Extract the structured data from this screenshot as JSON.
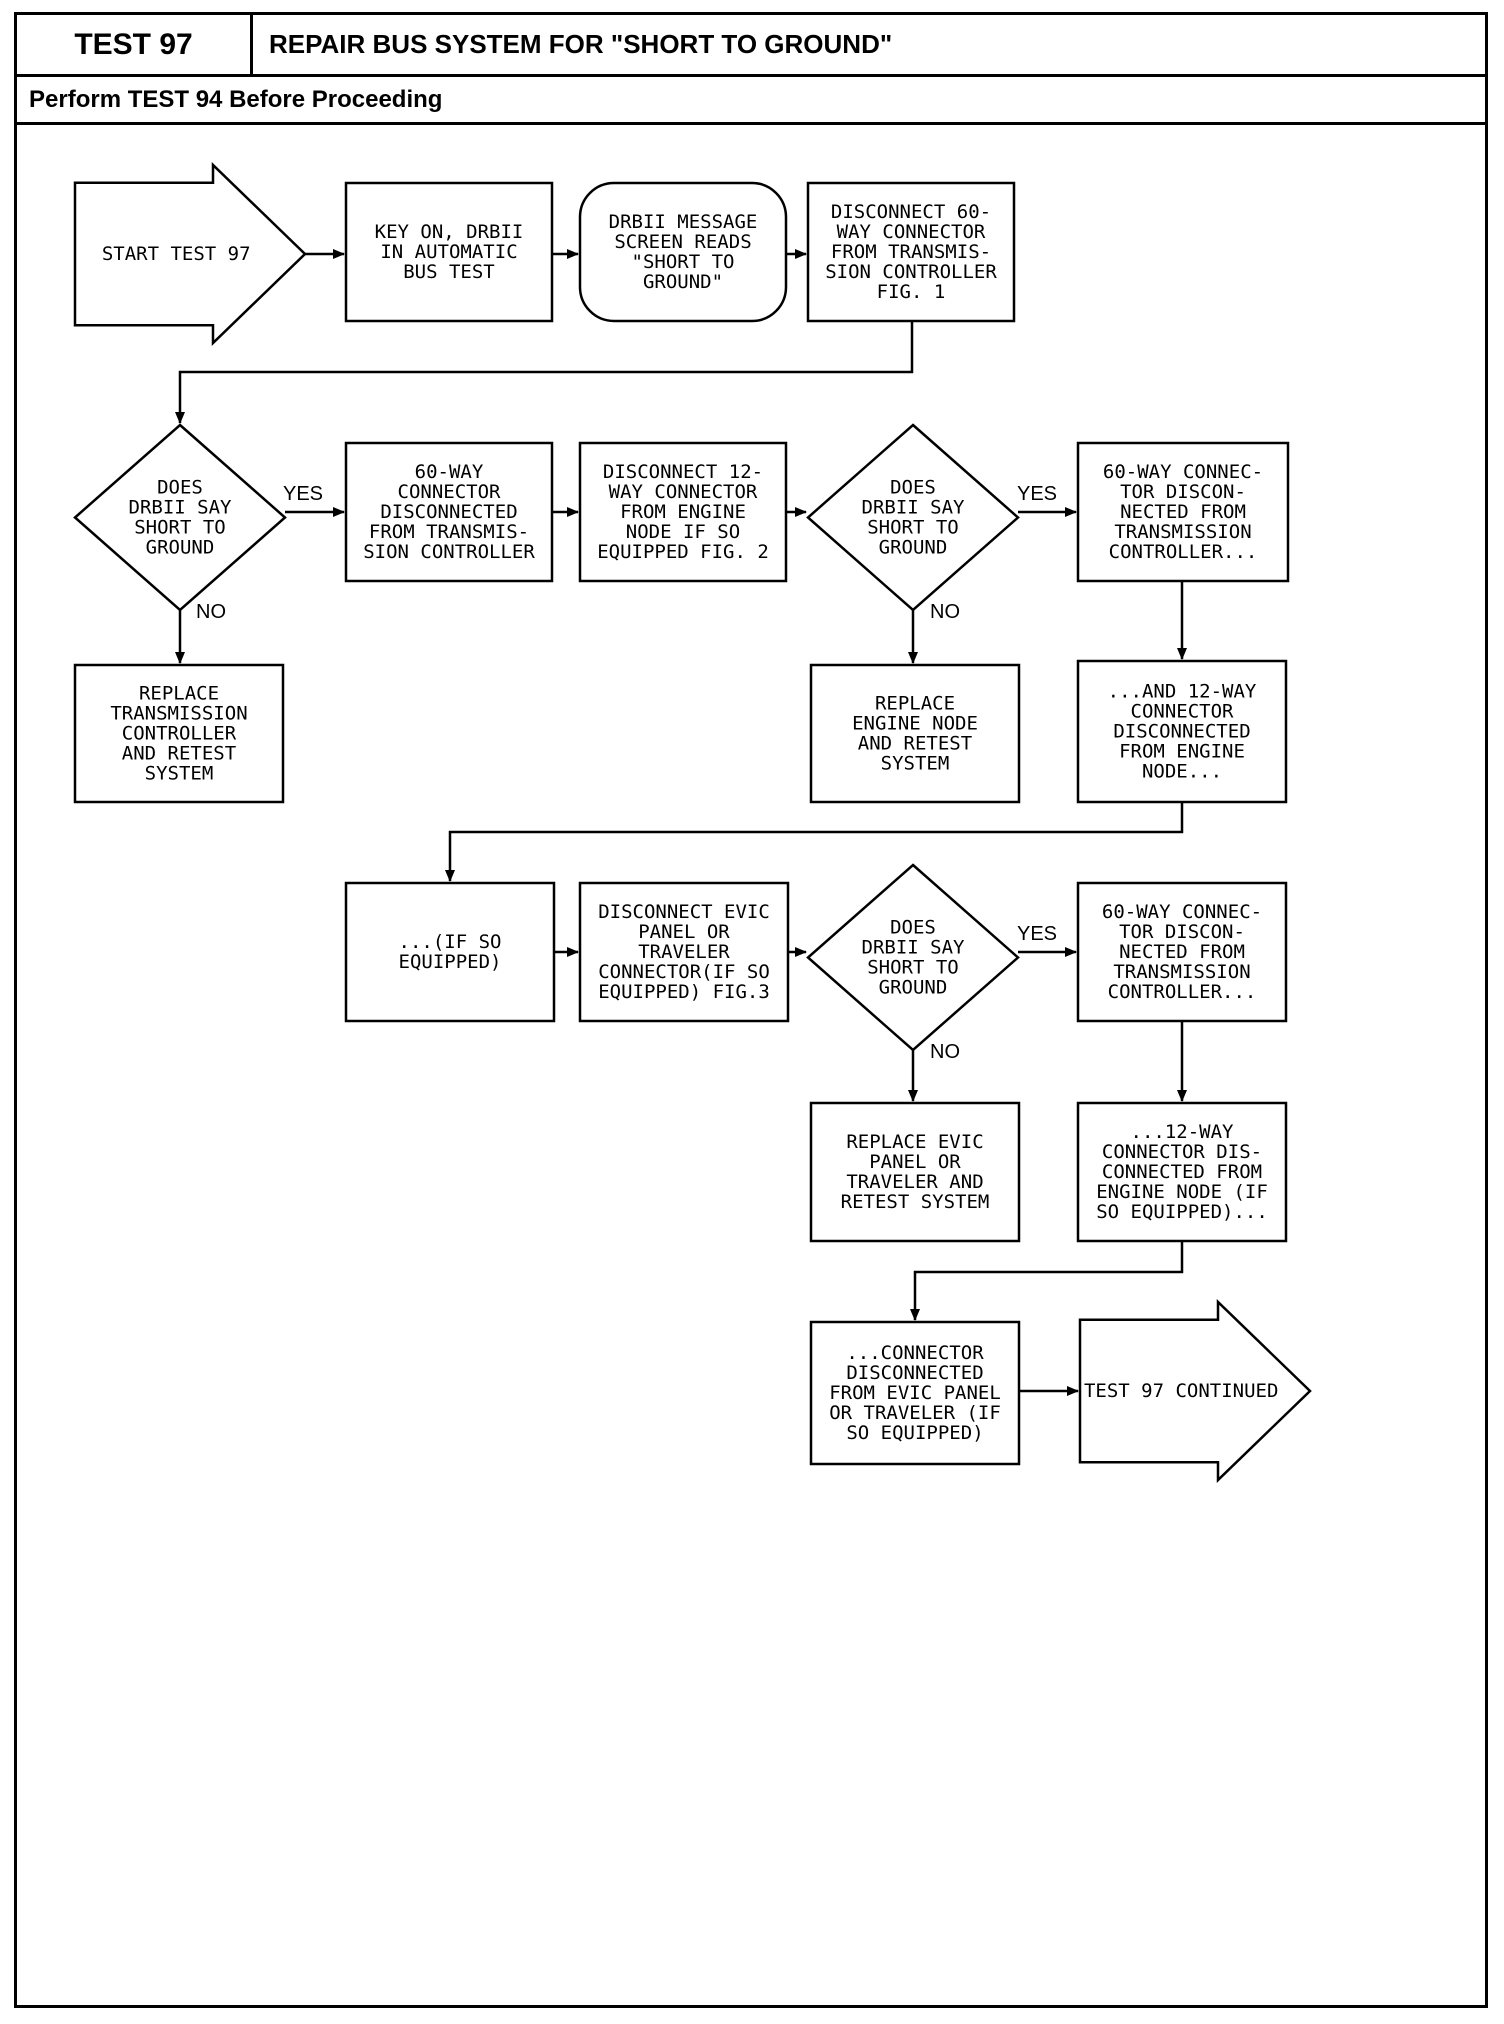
{
  "header": {
    "test_number": "TEST 97",
    "title": "REPAIR BUS SYSTEM FOR \"SHORT TO GROUND\"",
    "subtitle": "Perform TEST 94 Before Proceeding"
  },
  "nodes": [
    {
      "id": "start",
      "shape": "arrow",
      "lines": [
        "START TEST 97"
      ]
    },
    {
      "id": "key-on",
      "shape": "rect",
      "lines": [
        "KEY ON, DRBII",
        "IN AUTOMATIC",
        "BUS TEST"
      ]
    },
    {
      "id": "drbii-message",
      "shape": "rounded",
      "lines": [
        "DRBII MESSAGE",
        "SCREEN READS",
        "\"SHORT TO",
        "GROUND\""
      ]
    },
    {
      "id": "disconnect-60way",
      "shape": "rect",
      "lines": [
        "DISCONNECT 60-",
        "WAY CONNECTOR",
        "FROM TRANSMIS-",
        "SION CONTROLLER",
        "FIG. 1"
      ]
    },
    {
      "id": "decision-1",
      "shape": "diamond",
      "lines": [
        "DOES",
        "DRBII SAY",
        "SHORT TO",
        "GROUND"
      ]
    },
    {
      "id": "60way-disconnected",
      "shape": "rect",
      "lines": [
        "60-WAY",
        "CONNECTOR",
        "DISCONNECTED",
        "FROM TRANSMIS-",
        "SION CONTROLLER"
      ]
    },
    {
      "id": "disconnect-12way",
      "shape": "rect",
      "lines": [
        "DISCONNECT 12-",
        "WAY CONNECTOR",
        "FROM ENGINE",
        "NODE IF SO",
        "EQUIPPED FIG. 2"
      ]
    },
    {
      "id": "decision-2",
      "shape": "diamond",
      "lines": [
        "DOES",
        "DRBII SAY",
        "SHORT TO",
        "GROUND"
      ]
    },
    {
      "id": "60way-disconnected-2",
      "shape": "rect",
      "lines": [
        "60-WAY CONNEC-",
        "TOR DISCON-",
        "NECTED FROM",
        "TRANSMISSION",
        "CONTROLLER..."
      ]
    },
    {
      "id": "replace-trans-controller",
      "shape": "rect",
      "lines": [
        "REPLACE",
        "TRANSMISSION",
        "CONTROLLER",
        "AND RETEST",
        "SYSTEM"
      ]
    },
    {
      "id": "replace-engine-node",
      "shape": "rect",
      "lines": [
        "REPLACE",
        "ENGINE NODE",
        "AND RETEST",
        "SYSTEM"
      ]
    },
    {
      "id": "and-12way",
      "shape": "rect",
      "lines": [
        "...AND 12-WAY",
        "CONNECTOR",
        "DISCONNECTED",
        "FROM ENGINE",
        "NODE..."
      ]
    },
    {
      "id": "if-so-equipped",
      "shape": "rect",
      "lines": [
        "...(IF SO",
        "EQUIPPED)"
      ]
    },
    {
      "id": "disconnect-evic",
      "shape": "rect",
      "lines": [
        "DISCONNECT EVIC",
        "PANEL OR",
        "TRAVELER",
        "CONNECTOR(IF SO",
        "EQUIPPED) FIG.3"
      ]
    },
    {
      "id": "decision-3",
      "shape": "diamond",
      "lines": [
        "DOES",
        "DRBII SAY",
        "SHORT TO",
        "GROUND"
      ]
    },
    {
      "id": "60way-disconnected-3",
      "shape": "rect",
      "lines": [
        "60-WAY CONNEC-",
        "TOR DISCON-",
        "NECTED FROM",
        "TRANSMISSION",
        "CONTROLLER..."
      ]
    },
    {
      "id": "replace-evic",
      "shape": "rect",
      "lines": [
        "REPLACE EVIC",
        "PANEL OR",
        "TRAVELER AND",
        "RETEST SYSTEM"
      ]
    },
    {
      "id": "12way-disconnected",
      "shape": "rect",
      "lines": [
        "...12-WAY",
        "CONNECTOR DIS-",
        "CONNECTED FROM",
        "ENGINE NODE (IF",
        "SO EQUIPPED)..."
      ]
    },
    {
      "id": "connector-evic-disconnected",
      "shape": "rect",
      "lines": [
        "...CONNECTOR",
        "DISCONNECTED",
        "FROM EVIC PANEL",
        "OR TRAVELER (IF",
        "SO EQUIPPED)"
      ]
    },
    {
      "id": "continued",
      "shape": "arrow",
      "lines": [
        "TEST 97 CONTINUED"
      ]
    }
  ],
  "labels": {
    "yes": "YES",
    "no": "NO"
  }
}
